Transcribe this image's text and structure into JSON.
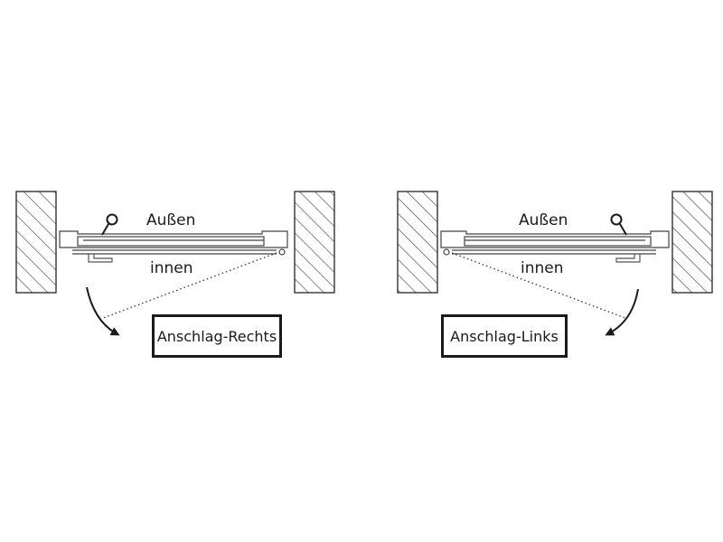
{
  "diagrams": [
    {
      "outside_label": "Außen",
      "inside_label": "innen",
      "hinge_label": "Anschlag-Rechts"
    },
    {
      "outside_label": "Außen",
      "inside_label": "innen",
      "hinge_label": "Anschlag-Links"
    }
  ],
  "colors": {
    "line": "#222222",
    "light_line": "#666666",
    "background": "#ffffff"
  }
}
